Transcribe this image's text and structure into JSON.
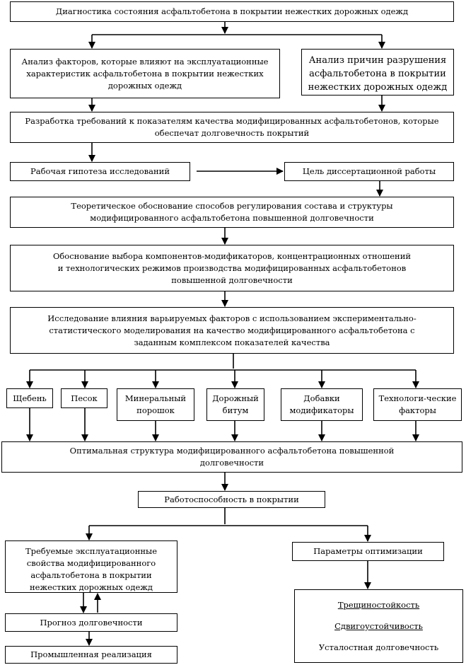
{
  "boxes": {
    "diagnostics": "Диагностика состояния асфальтобетона в покрытии нежестких дорожных одежд",
    "factors_analysis": "Анализ факторов, которые влияют на эксплуатационные\nхарактеристик асфальтобетона в покрытии нежестких\nдорожных одежд",
    "failure_analysis": "Анализ причин разрушения\nасфальтобетона в покрытии\nнежестких дорожных одежд",
    "requirements": "Разработка требований к показателям качества модифицированных асфальтобетонов, которые\nобеспечат долговечность покрытий",
    "hypothesis": "Рабочая гипотеза исследований",
    "goal": "Цель диссертационной работы",
    "theory": "Теоретическое обоснование  способов регулирования состава и структуры\nмодифицированного асфальтобетона повышенной долговечности",
    "components": "Обоснование выбора компонентов-модификаторов, концентрационных отношений\nи технологических режимов производства модифицированных асфальтобетонов\nповышенной долговечности",
    "research": "Исследование влияния варьируемых факторов с использованием экспериментально-\nстатистического моделирования на качество модифицированного асфальтобетона с\nзаданным комплексом показателей качества",
    "crushed_stone": "Щебень",
    "sand": "Песок",
    "mineral_powder": "Минеральный\nпорошок",
    "bitumen": "Дорожный\nбитум",
    "additives": "Добавки\nмодификаторы",
    "tech_factors": "Технологи-ческие\nфакторы",
    "optimal_structure": "Оптимальная структура модифицированного асфальтобетона повышенной\nдолговечности",
    "performance": "Работоспособность в покрытии",
    "required_properties": "Требуемые эксплуатационные\nсвойства модифицированного\nасфальтобетона в покрытии\nнежестких дорожных одежд",
    "optimization": "Параметры оптимизации",
    "forecast": "Прогноз долговечности",
    "implementation": "Промышленная реализация"
  },
  "optimization_params": {
    "crack_resistance": "Трещиностойкость",
    "shear_resistance": "Сдвигоустойчивость",
    "fatigue_durability": "Усталостная долговечность"
  },
  "colors": {
    "line": "#000000",
    "background": "#ffffff"
  }
}
